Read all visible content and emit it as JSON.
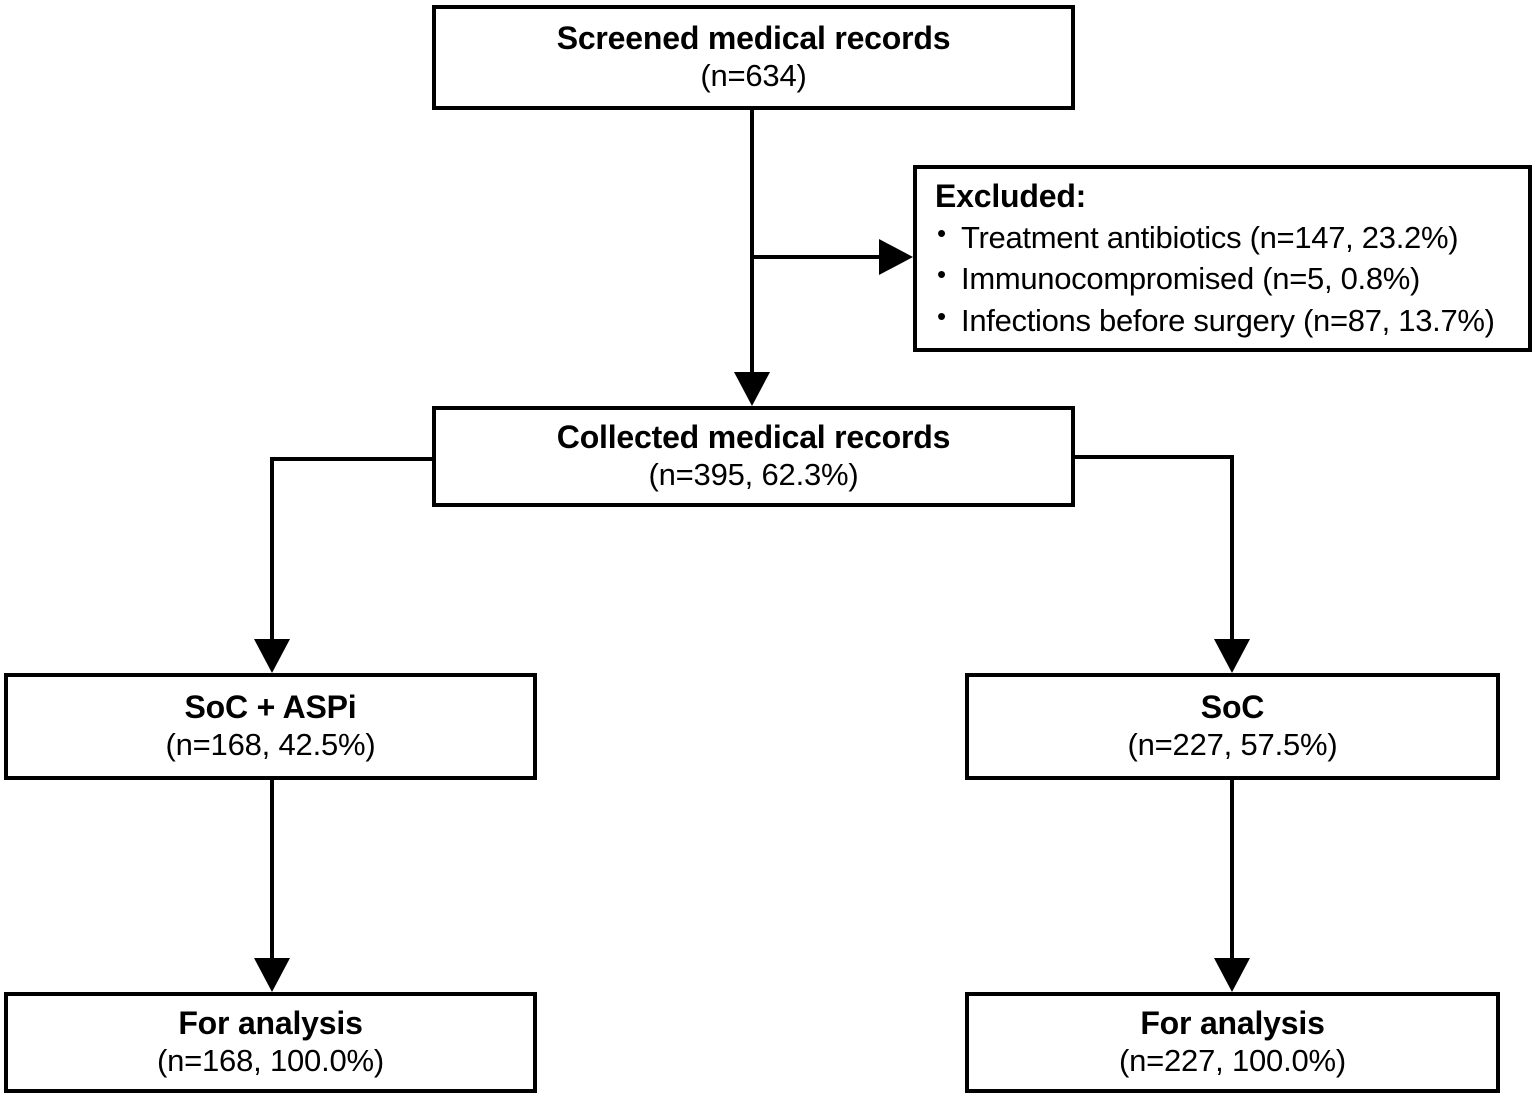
{
  "diagram": {
    "type": "flowchart",
    "orientation": "top-down",
    "nodes": {
      "screened": {
        "title": "Screened medical records",
        "sub": "(n=634)",
        "n": 634
      },
      "excluded": {
        "heading": "Excluded:",
        "items": [
          "Treatment antibiotics (n=147, 23.2%)",
          "Immunocompromised (n=5, 0.8%)",
          "Infections before surgery (n=87, 13.7%)"
        ]
      },
      "collected": {
        "title": "Collected medical records",
        "sub": "(n=395, 62.3%)",
        "n": 395,
        "percent": 62.3
      },
      "soc_aspi": {
        "title": "SoC + ASPi",
        "sub": "(n=168, 42.5%)",
        "n": 168,
        "percent": 42.5
      },
      "soc": {
        "title": "SoC",
        "sub": "(n=227, 57.5%)",
        "n": 227,
        "percent": 57.5
      },
      "analysis_left": {
        "title": "For analysis",
        "sub": "(n=168, 100.0%)",
        "n": 168,
        "percent": 100.0
      },
      "analysis_right": {
        "title": "For analysis",
        "sub": "(n=227, 100.0%)",
        "n": 227,
        "percent": 100.0
      }
    },
    "colors": {
      "stroke": "#000000",
      "fill": "#ffffff",
      "text": "#000000"
    }
  }
}
